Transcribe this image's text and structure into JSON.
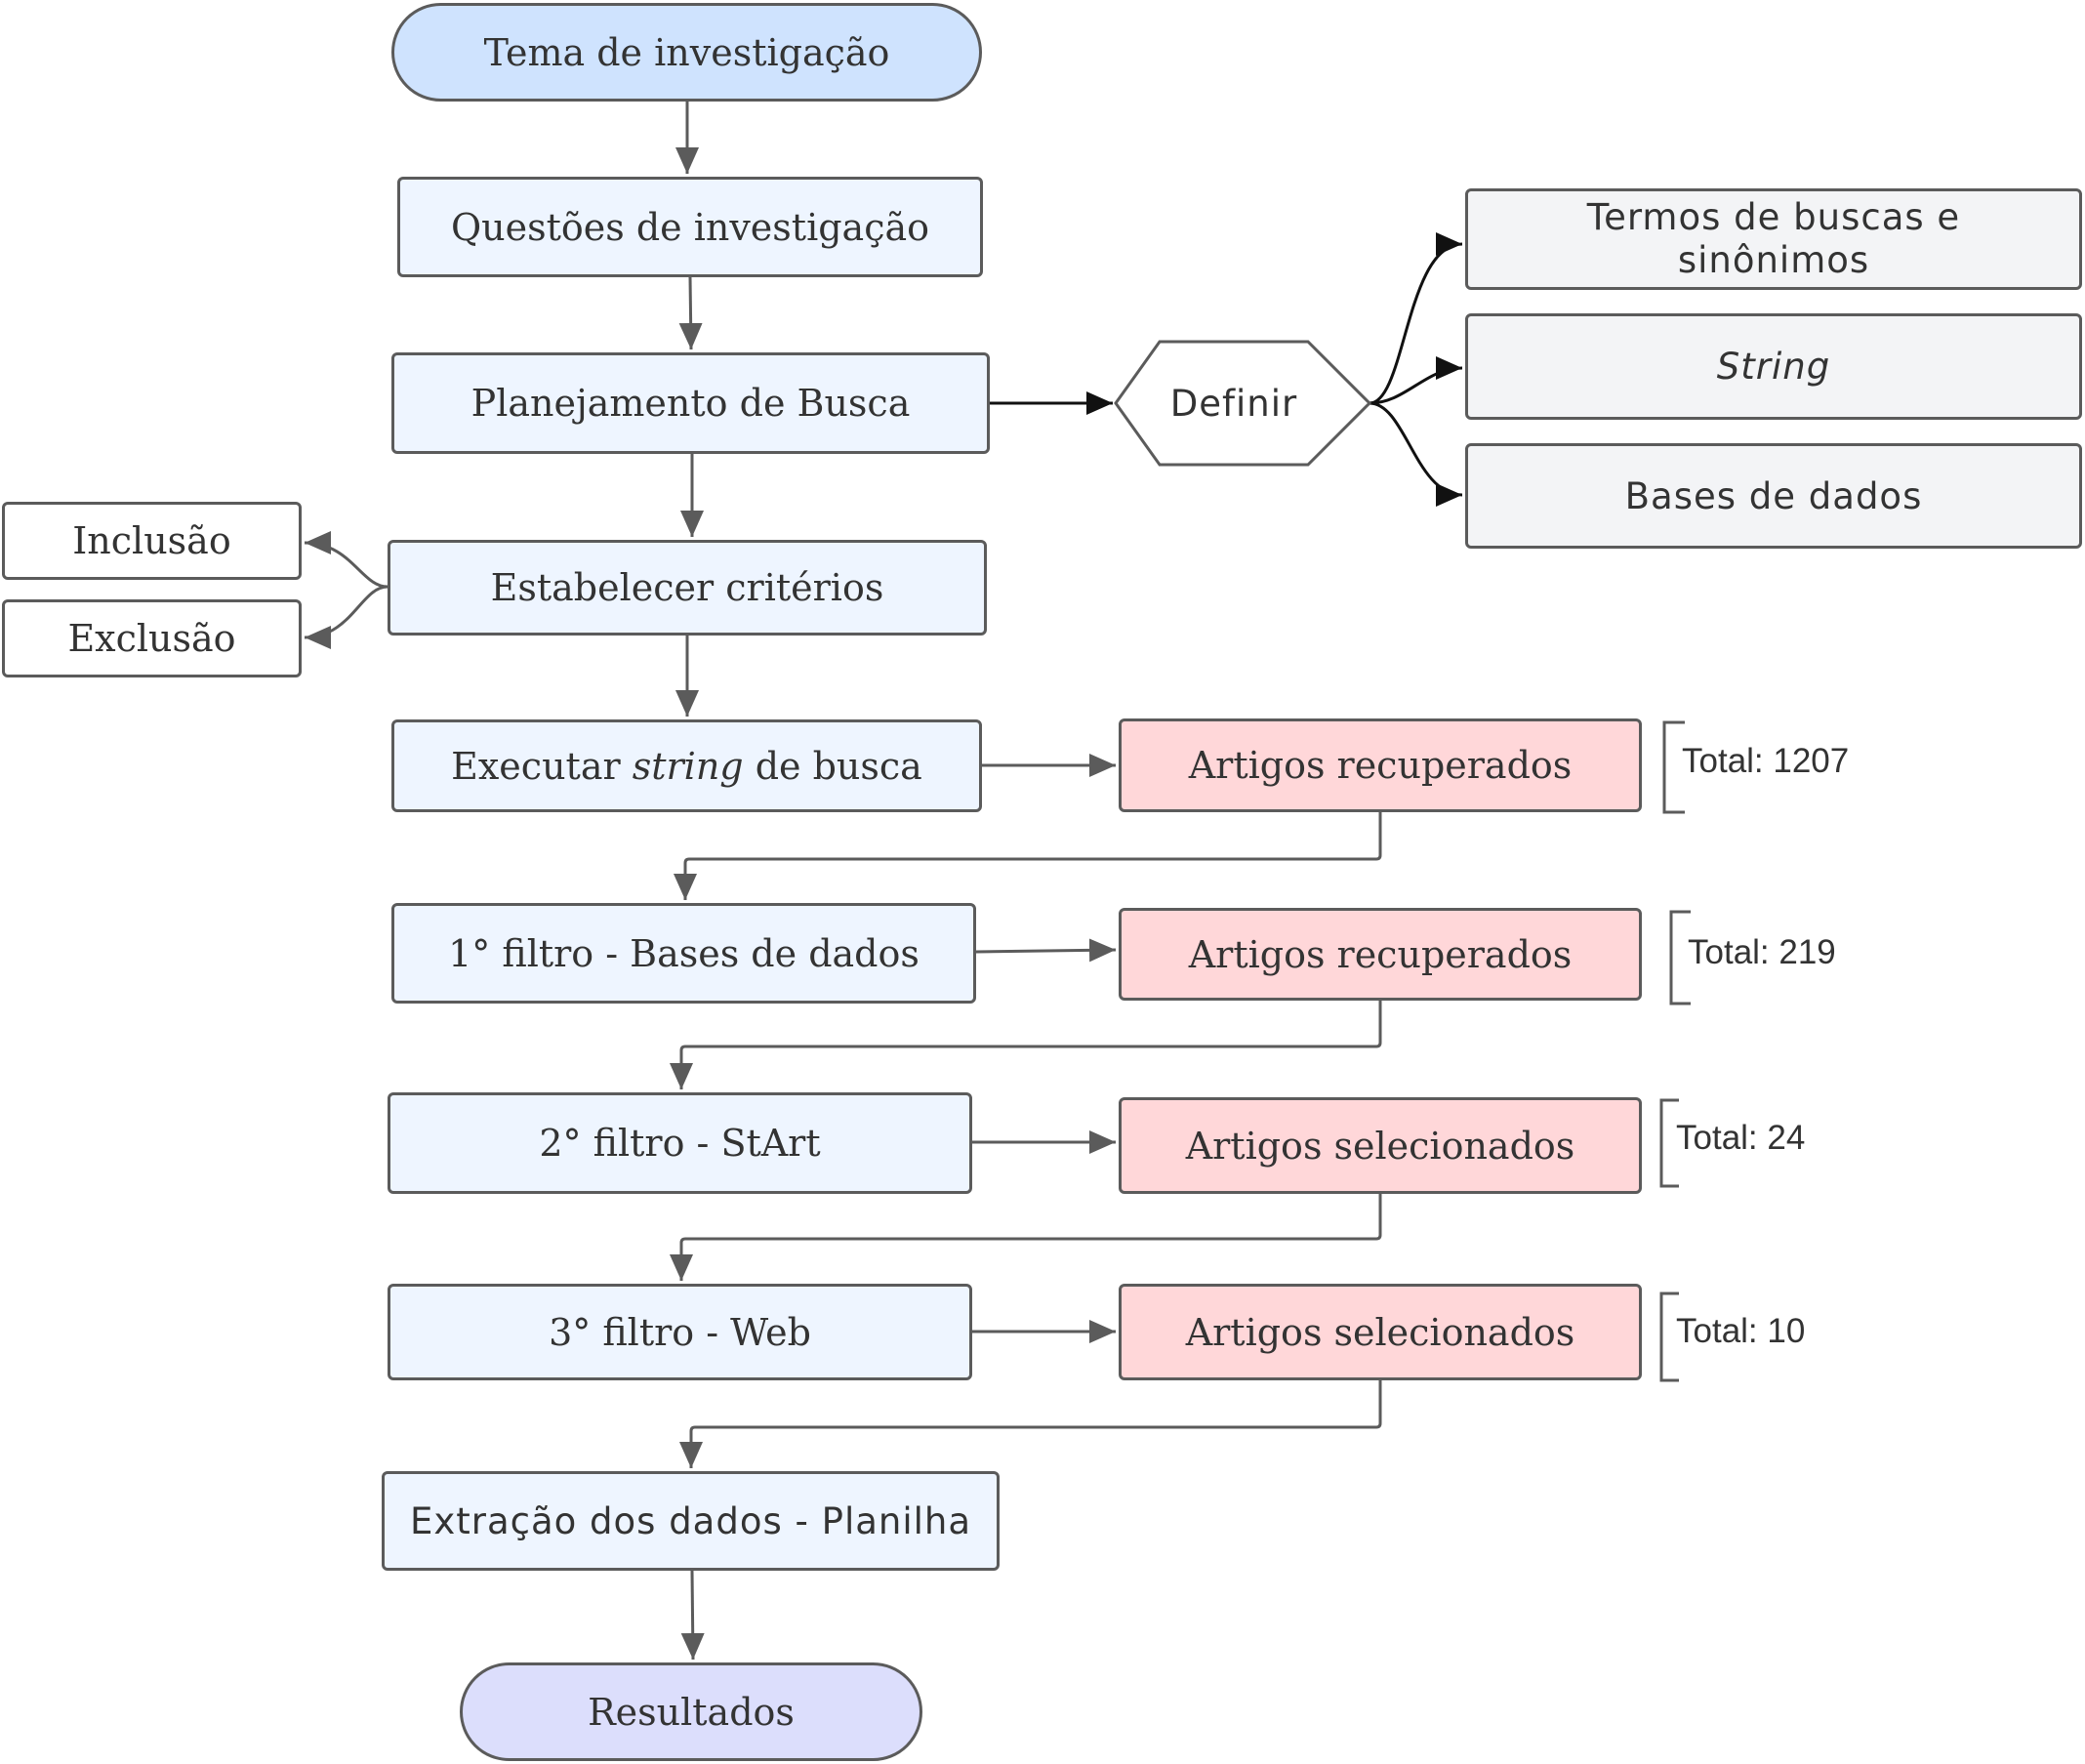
{
  "flow": {
    "start": "Tema de investigação",
    "questions": "Questões de  investigação",
    "planning": "Planejamento de Busca",
    "criteria": "Estabelecer critérios",
    "execute_before": "Executar ",
    "execute_italic": "string",
    "execute_after": " de busca",
    "filter1": "1° filtro -  Bases de dados",
    "filter2": "2° filtro - StArt",
    "filter3": "3° filtro - Web",
    "extraction": "Extração dos dados  - Planilha",
    "end": "Resultados"
  },
  "define": {
    "label": "Definir",
    "terms": "Termos de buscas e sinônimos",
    "string": "String",
    "databases": "Bases de dados"
  },
  "criteria_types": {
    "inclusion": "Inclusão",
    "exclusion": "Exclusão"
  },
  "results": [
    {
      "label": "Artigos recuperados",
      "total": "Total: 1207"
    },
    {
      "label": "Artigos recuperados",
      "total": "Total: 219"
    },
    {
      "label": "Artigos selecionados",
      "total": "Total: 24"
    },
    {
      "label": "Artigos selecionados",
      "total": "Total: 10"
    }
  ],
  "colors": {
    "start": "#cfe3fe",
    "process": "#eef5ff",
    "result": "#ffd7d9",
    "definition": "#f3f4f6",
    "end": "#dcdefc",
    "stroke": "#5b5b5b"
  }
}
